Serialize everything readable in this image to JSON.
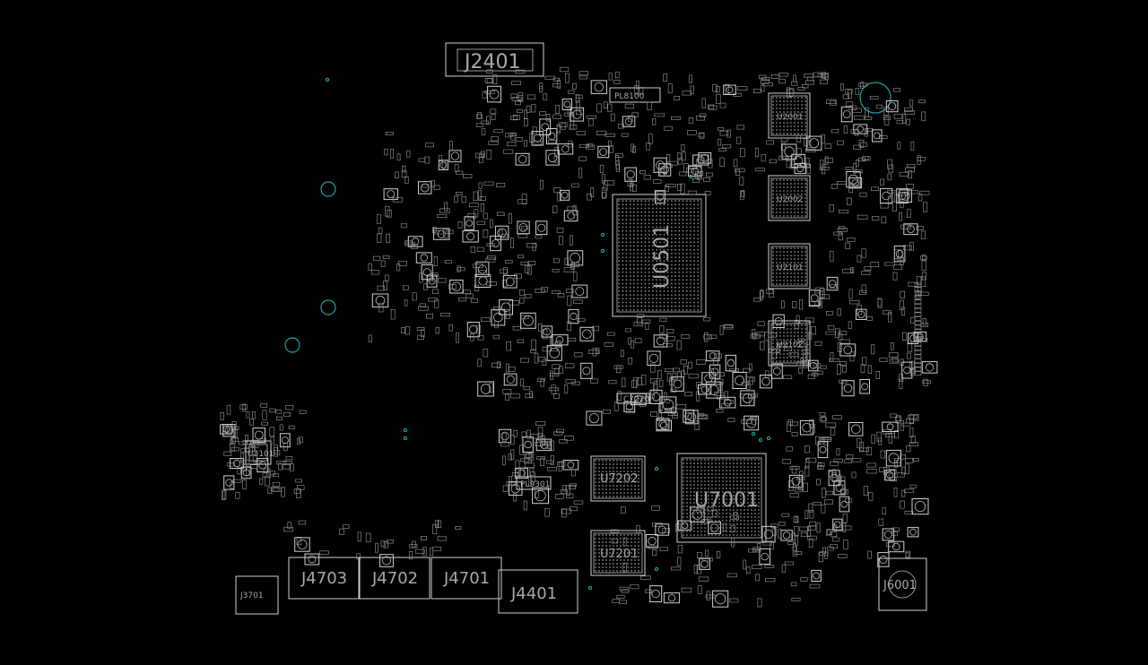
{
  "board": {
    "background": "#000000",
    "outline_color": "#cfcfcf",
    "via_color": "#1aa3a3",
    "label_color": "#a8a8a8"
  },
  "labels": {
    "j2401": "J2401",
    "u0501": "U0501",
    "u7001": "U7001",
    "u7202": "U7202",
    "u7201": "U7201",
    "j4703": "J4703",
    "j4702": "J4702",
    "j4701": "J4701",
    "j4401": "J4401",
    "j3701": "J3701",
    "j6001": "J6001",
    "u2001": "U2001",
    "u2002": "U2002",
    "u2101": "U2101",
    "u2102": "U2102",
    "l8100": "PL8100",
    "l9301": "PL9301",
    "u3101": "U3101",
    "c7220": "C7220"
  }
}
